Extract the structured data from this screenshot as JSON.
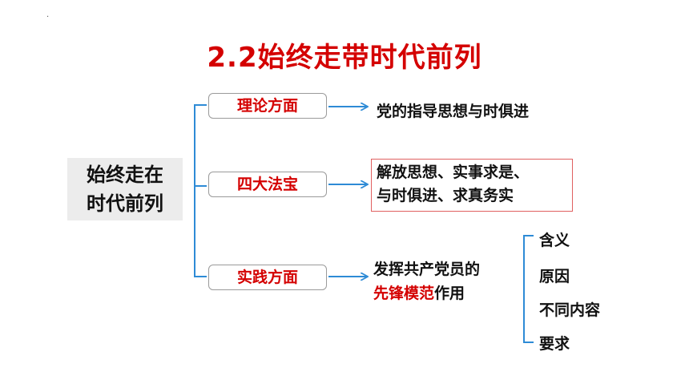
{
  "title": "2.2始终走带时代前列",
  "corner_mark": "·",
  "root": {
    "line1": "始终走在",
    "line2": "时代前列"
  },
  "branches": [
    {
      "label": "理论方面",
      "content": "党的指导思想与时俱进"
    },
    {
      "label": "四大法宝",
      "content_line1": "解放思想、实事求是、",
      "content_line2": "与时俱进、求真务实"
    },
    {
      "label": "实践方面",
      "content_line1": "发挥共产党员的",
      "content_line2_red": "先锋模范",
      "content_line2_rest": "作用",
      "leaves": [
        "含义",
        "原因",
        "不同内容",
        "要求"
      ]
    }
  ],
  "colors": {
    "accent": "#d40000",
    "connector": "#2e8bd6",
    "box_border": "#e06060"
  }
}
